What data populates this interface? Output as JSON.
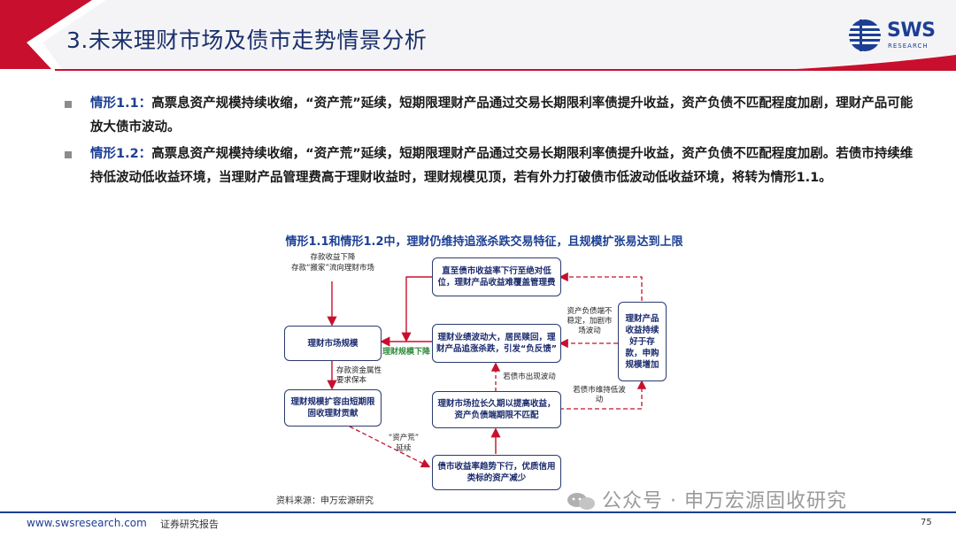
{
  "header": {
    "title": "3.未来理财市场及债市走势情景分析",
    "logo_text": "SWS",
    "logo_sub": "RESEARCH",
    "logo_color": "#1c3f94",
    "accent_red": "#c8102e"
  },
  "bullets": [
    {
      "label": "情形1.1：",
      "text": "高票息资产规模持续收缩，“资产荒”延续，短期限理财产品通过交易长期限利率债提升收益，资产负债不匹配程度加剧，理财产品可能放大债市波动。"
    },
    {
      "label": "情形1.2：",
      "text": "高票息资产规模持续收缩，“资产荒”延续，短期限理财产品通过交易长期限利率债提升收益，资产负债不匹配程度加剧。若债市持续维持低波动低收益环境，当理财产品管理费高于理财收益时，理财规模见顶，若有外力打破债市低波动低收益环境，将转为情形1.1。"
    }
  ],
  "diagram": {
    "title": "情形1.1和情形1.2中，理财仍维持追涨杀跌交易特征，且规模扩张易达到上限",
    "nodes": {
      "scale": "理财市场规模",
      "expand": "理财规模扩容由短期限固收理财贡献",
      "floor": "直至债市收益率下行至绝对低位，理财产品收益难覆盖管理费",
      "feedback": "理财业绩波动大，居民赎回，理财产品追涨杀跌，引发“负反馈”",
      "extend": "理财市场拉长久期以提高收益，资产负债端期限不匹配",
      "yield_down": "债市收益率趋势下行，优质信用类标的资产减少",
      "good": "理财产品收益持续好于存款，申购规模增加"
    },
    "notes": {
      "deposit_line1": "存款收益下降",
      "deposit_line2": "存款“搬家”流向理财市场",
      "conservative": "存款资金属性要求保本",
      "asset_shortage_1": "“资产荒”",
      "asset_shortage_2": "延续",
      "volatility": "若债市出现波动",
      "unstable": "资产负债端不稳定，加剧市场波动",
      "low_vol": "若债市维持低波动",
      "scale_down": "理财规模下降"
    }
  },
  "source": "资料来源：申万宏源研究",
  "watermark": "公众号 · 申万宏源固收研究",
  "footer": {
    "url": "www.swsresearch.com",
    "report": "证券研究报告",
    "page": "75"
  }
}
